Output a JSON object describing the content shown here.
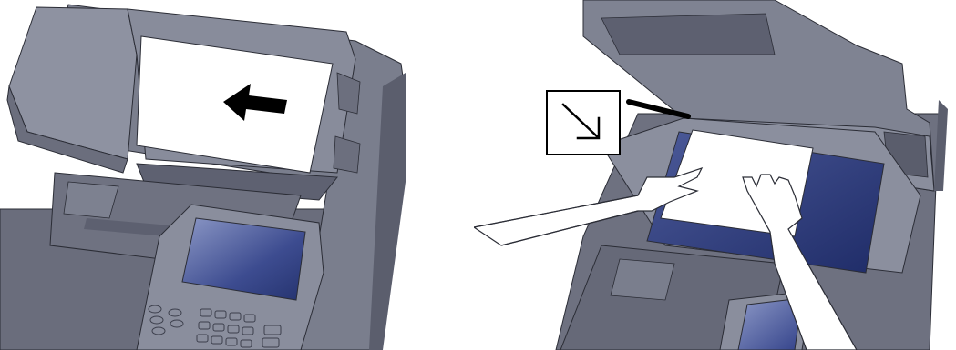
{
  "illustrations": [
    {
      "id": "document-processor",
      "icon": "arrow-left-icon",
      "direction": "left"
    },
    {
      "id": "platen-glass",
      "icon": "arrow-down-right-icon",
      "direction": "down-right"
    }
  ],
  "colors": {
    "body_dark": "#5e6171",
    "body_mid": "#777b8b",
    "body_light": "#9296a5",
    "paper": "#ffffff",
    "screen": "#2f3f86",
    "outline": "#2b2d36"
  }
}
